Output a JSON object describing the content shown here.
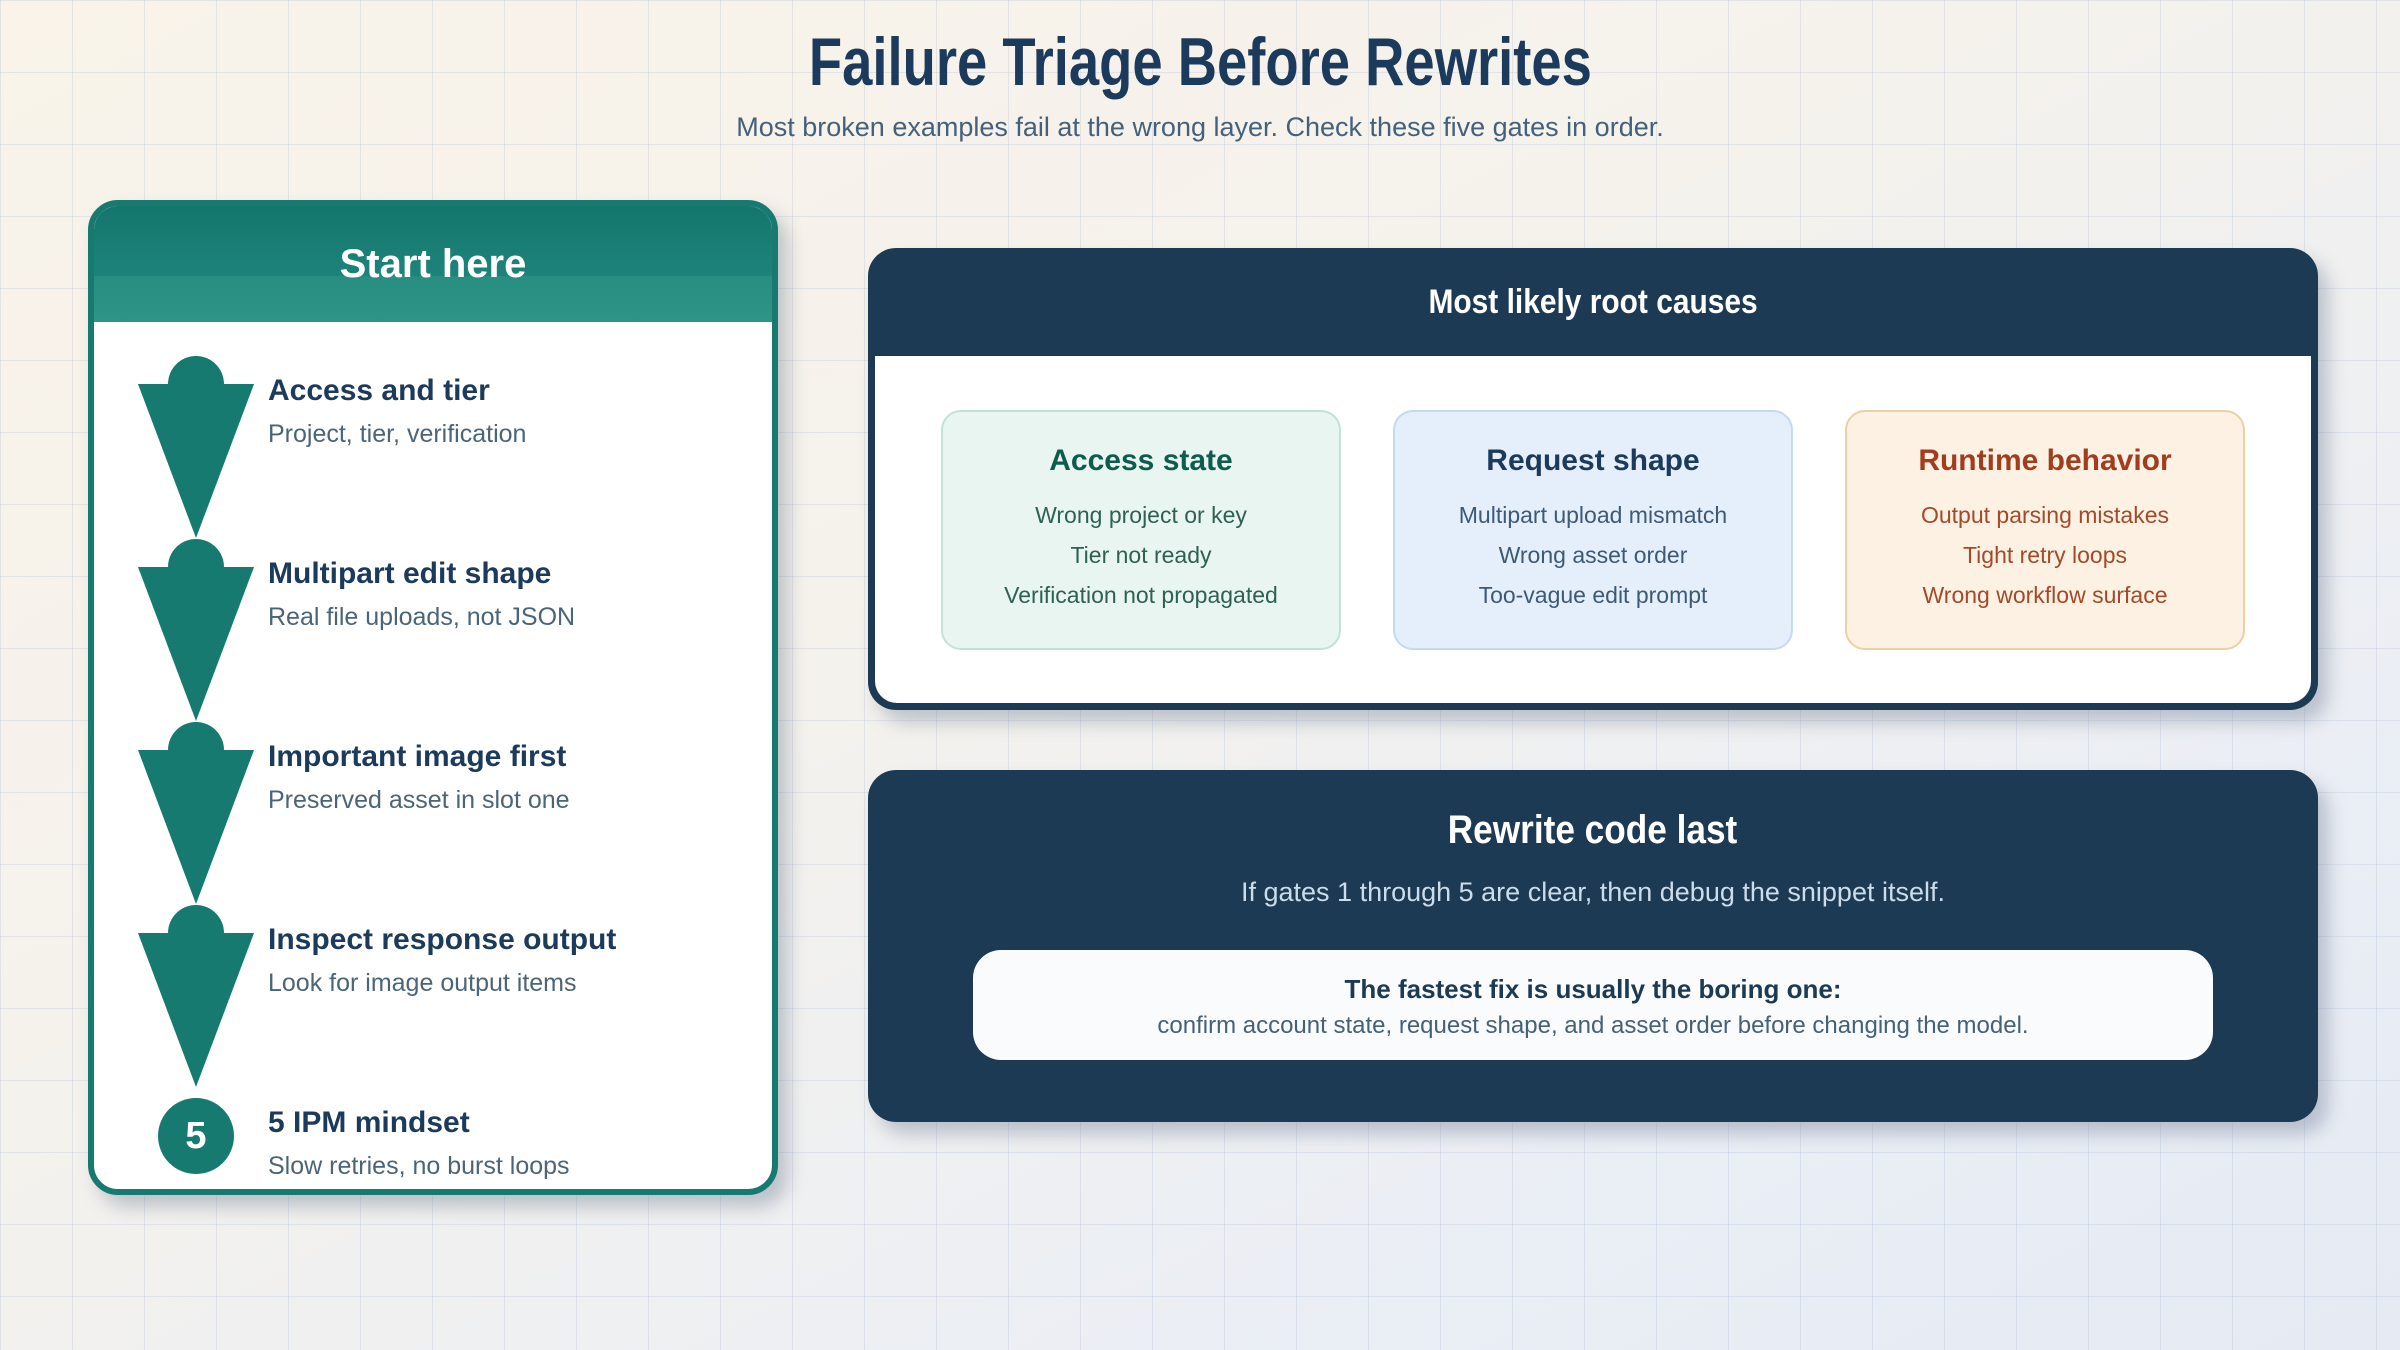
{
  "page": {
    "title": "Failure Triage Before Rewrites",
    "subtitle": "Most broken examples fail at the wrong layer. Check these five gates in order."
  },
  "funnel": {
    "header": "Start here",
    "steps": [
      {
        "title": "Access and tier",
        "desc": "Project, tier, verification"
      },
      {
        "title": "Multipart edit shape",
        "desc": "Real file uploads, not JSON"
      },
      {
        "title": "Important image first",
        "desc": "Preserved asset in slot one"
      },
      {
        "title": "Inspect response output",
        "desc": "Look for image output items"
      },
      {
        "title": "5 IPM mindset",
        "desc": "Slow retries, no burst loops",
        "badge": "5"
      }
    ]
  },
  "root_causes": {
    "header": "Most likely root causes",
    "cards": [
      {
        "title": "Access state",
        "items": [
          "Wrong project or key",
          "Tier not ready",
          "Verification not propagated"
        ],
        "bg": "#e9f5f0",
        "border": "#c3e2d7",
        "accent": "#0d5c4d"
      },
      {
        "title": "Request shape",
        "items": [
          "Multipart upload mismatch",
          "Wrong asset order",
          "Too-vague edit prompt"
        ],
        "bg": "#e5eefb",
        "border": "#c6d9f2",
        "accent": "#1b3a5c"
      },
      {
        "title": "Runtime behavior",
        "items": [
          "Output parsing mistakes",
          "Tight retry loops",
          "Wrong workflow surface"
        ],
        "bg": "#fcf1e2",
        "border": "#eccfa7",
        "accent": "#a23c1e"
      }
    ]
  },
  "rewrite": {
    "header": "Rewrite code last",
    "subtitle": "If gates 1 through 5 are clear, then debug the snippet itself.",
    "note_title": "The fastest fix is usually the boring one:",
    "note_body": "confirm account state, request shape, and asset order before changing the model."
  },
  "colors": {
    "teal": "#177a70",
    "teal_header_top": "#14766d",
    "teal_header_bottom": "#2d9486",
    "navy": "#1c3a54",
    "title_text": "#1b3a5c",
    "muted_text": "#4a6579",
    "background_cream": "#f9f3e9",
    "background_blue": "#e5eaf3",
    "grid_line": "#b0becd"
  }
}
